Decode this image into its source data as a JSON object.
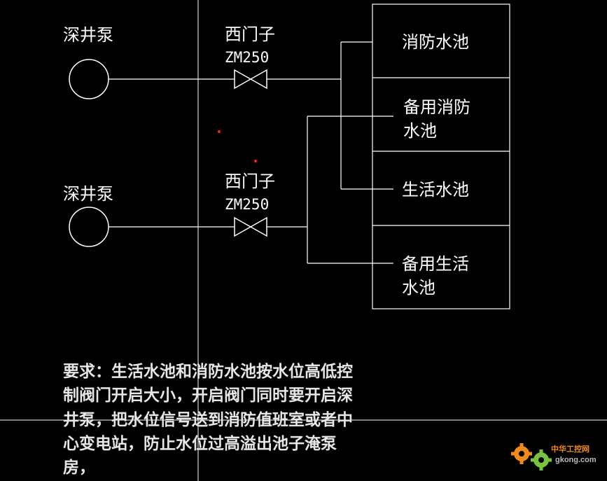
{
  "pumps": [
    {
      "label": "深井泵"
    },
    {
      "label": "深井泵"
    }
  ],
  "valves": [
    {
      "name": "西门子",
      "model": "ZM250"
    },
    {
      "name": "西门子",
      "model": "ZM250"
    }
  ],
  "tanks": [
    {
      "lines": [
        "消防水池"
      ]
    },
    {
      "lines": [
        "备用消防",
        "水池"
      ]
    },
    {
      "lines": [
        "生活水池"
      ]
    },
    {
      "lines": [
        "备用生活",
        "水池"
      ]
    }
  ],
  "requirement_lines": [
    "要求：生活水池和消防水池按水位高低控",
    "制阀门开启大小，开启阀门同时要开启深",
    "井泵，把水位信号送到消防值班室或者中",
    "心变电站，防止水位过高溢出池子淹泵",
    "房，"
  ],
  "watermark": {
    "brand": "中华工控网",
    "domain": "gkong.com"
  },
  "colors": {
    "background": "#000000",
    "line": "#ffffff",
    "marker": "#ff2020",
    "logo_orange": "#f08a1c",
    "logo_green": "#7cc242"
  }
}
